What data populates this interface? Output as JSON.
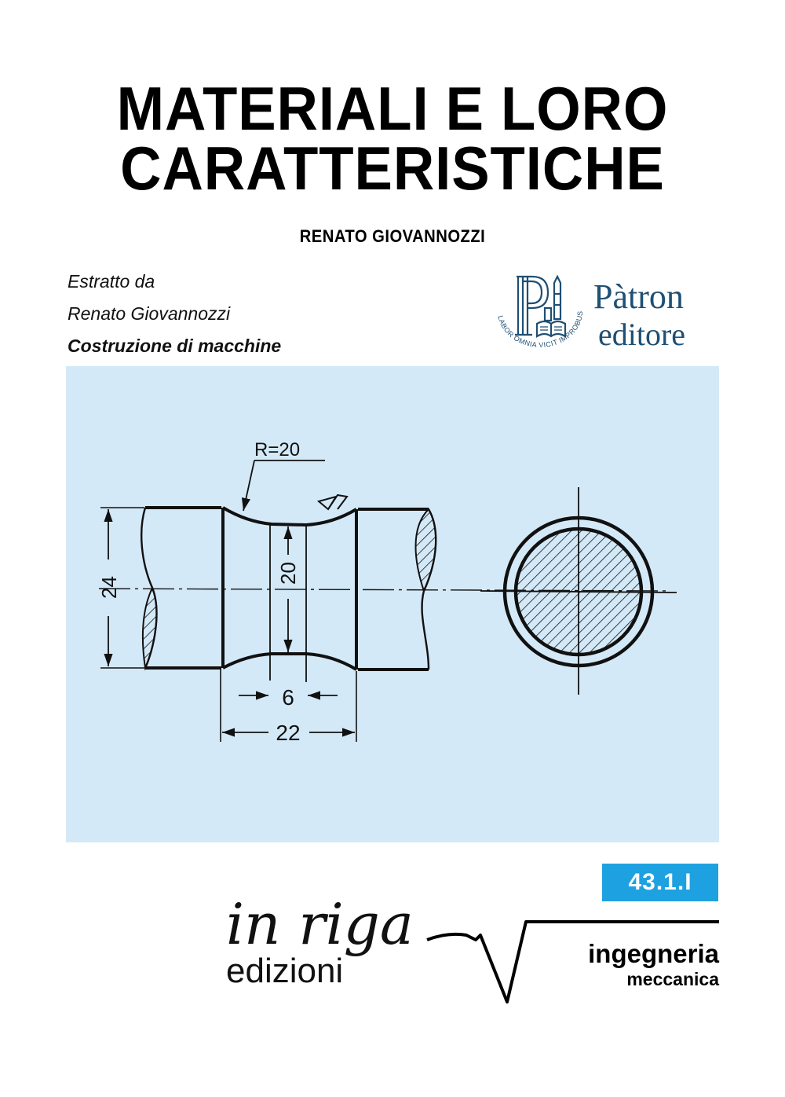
{
  "cover": {
    "title_line1": "MATERIALI E LORO",
    "title_line2": "CARATTERISTICHE",
    "author": "RENATO GIOVANNOZZI",
    "extract": {
      "line1": "Estratto da",
      "line2": "Renato Giovannozzi",
      "line3": "Costruzione di macchine"
    },
    "publisher": {
      "name": "Pàtron",
      "subtitle": "editore",
      "motto": "LABOR OMNIA VICIT IMPROBUS",
      "color": "#1f4f74"
    },
    "figure": {
      "background": "#d4e9f7",
      "dimensions": {
        "radius": "R=20",
        "outer_diameter": "24",
        "inner_diameter": "20",
        "groove_flat": "6",
        "groove_width": "22"
      }
    },
    "code_badge": {
      "label": "43.1.I",
      "color": "#1ea1e0"
    },
    "brand": {
      "script": "in riga",
      "edizioni": "edizioni"
    },
    "series": {
      "line1": "ingegneria",
      "line2": "meccanica"
    }
  }
}
